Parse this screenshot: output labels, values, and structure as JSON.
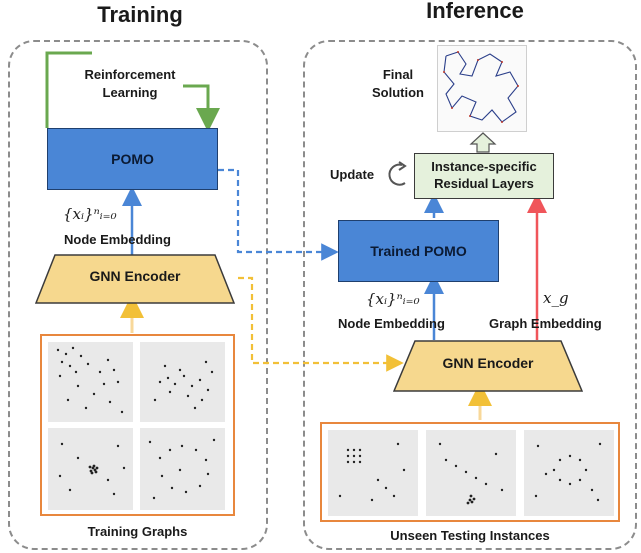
{
  "sections": {
    "training": "Training",
    "inference": "Inference"
  },
  "training": {
    "rl_label": "Reinforcement Learning",
    "pomo_label": "POMO",
    "node_embedding_math": "{xᵢ}ⁿᵢ₌₀",
    "node_embedding_label": "Node Embedding",
    "encoder_label": "GNN Encoder",
    "graphs_label": "Training Graphs"
  },
  "inference": {
    "final_solution_label": "Final Solution",
    "update_label": "Update",
    "residual_label": "Instance-specific Residual Layers",
    "trained_pomo_label": "Trained POMO",
    "node_embedding_math": "{xᵢ}ⁿᵢ₌₀",
    "node_embedding_label": "Node Embedding",
    "graph_embedding_math": "x_g",
    "graph_embedding_label": "Graph Embedding",
    "encoder_label": "GNN Encoder",
    "instances_label": "Unseen Testing Instances"
  },
  "colors": {
    "pomo_blue": "#4a86d6",
    "encoder_yellow": "#f6d88e",
    "residual_green": "#e5f1dc",
    "rl_arrow_green": "#6aa84f",
    "blue_arrow": "#4a86d6",
    "yellow_arrow": "#f2c037",
    "red_arrow": "#f0555a",
    "tile_border_orange": "#e8873d"
  }
}
